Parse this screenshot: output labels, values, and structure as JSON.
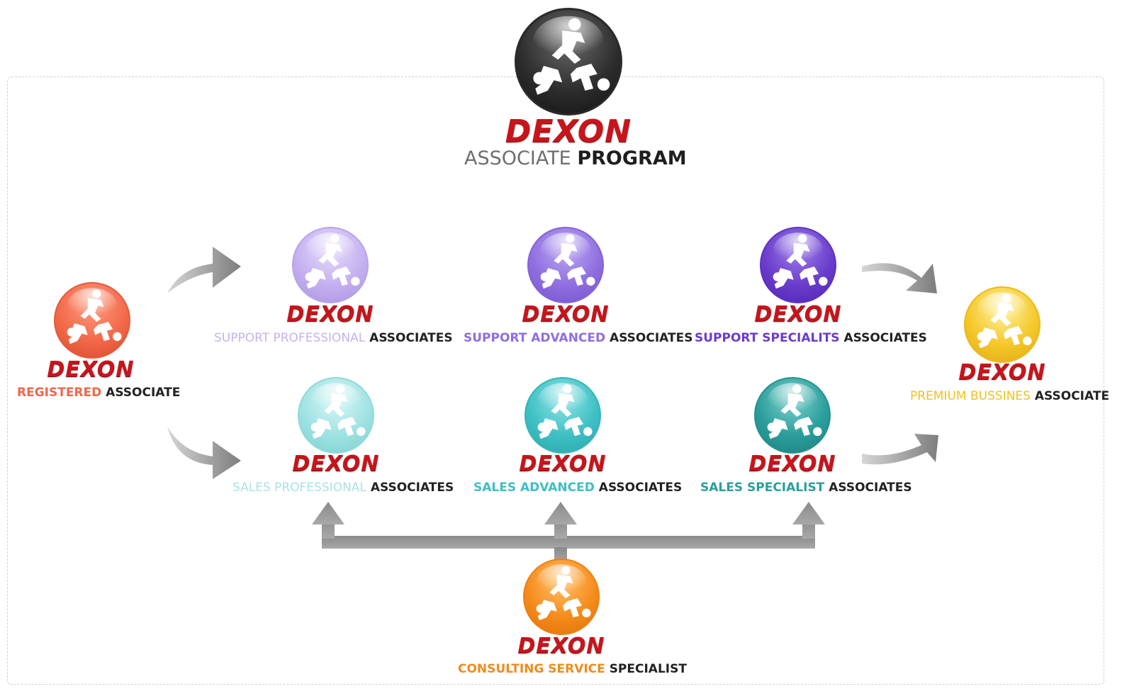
{
  "brand": "DEXON",
  "header": {
    "word_a": "ASSOCIATE",
    "word_b": "PROGRAM"
  },
  "nodes": {
    "registered": {
      "accent": "REGISTERED",
      "suffix": "ASSOCIATE",
      "color": "#f06848"
    },
    "support_professional": {
      "accent": "SUPPORT PROFESSIONAL",
      "suffix": "ASSOCIATES",
      "color": "#c4b3ec"
    },
    "support_advanced": {
      "accent": "SUPPORT ADVANCED",
      "suffix": "ASSOCIATES",
      "color": "#8e6ee0"
    },
    "support_specialits": {
      "accent": "SUPPORT SPECIALITS",
      "suffix": "ASSOCIATES",
      "color": "#6a3ccc"
    },
    "sales_professional": {
      "accent": "SALES PROFESSIONAL",
      "suffix": "ASSOCIATES",
      "color": "#a8e3e3"
    },
    "sales_advanced": {
      "accent": "SALES ADVANCED",
      "suffix": "ASSOCIATES",
      "color": "#3ebfc4"
    },
    "sales_specialist": {
      "accent": "SALES SPECIALIST",
      "suffix": "ASSOCIATES",
      "color": "#2b9e9c"
    },
    "premium": {
      "accent": "PREMIUM BUSSINES",
      "suffix": "ASSOCIATE",
      "color": "#f0c21e"
    },
    "consulting": {
      "accent": "CONSULTING SERVICE",
      "suffix": "SPECIALIST",
      "color": "#f08c1a"
    }
  },
  "colors": {
    "brand_red": "#c8141b",
    "arrow_gray": "#8f8f8f",
    "header_gray": "#6e6e6e",
    "header_dark": "#1e1e1e"
  }
}
